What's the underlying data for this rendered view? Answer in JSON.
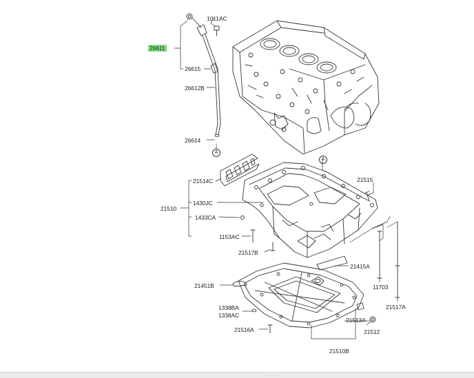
{
  "labels": {
    "p26611": "26611",
    "p1011AC": "1011AC",
    "p26615": "26615",
    "p26612B": "26612B",
    "p26614": "26614",
    "p21514C": "21514C",
    "p21515": "21515",
    "p21510": "21510",
    "p1430JC": "1430JC",
    "p1433CA": "1433CA",
    "p1153AC": "1153AC",
    "p21517B": "21517B",
    "p21415A": "21415A",
    "p11703": "11703",
    "p21451B": "21451B",
    "p21517A": "21517A",
    "p1338BA": "1338BA",
    "p1338AC": "1338AC",
    "p21513A": "21513A",
    "p21516A": "21516A",
    "p21512": "21512",
    "p21510B": "21510B"
  },
  "ref_marks": {
    "a": "A"
  },
  "colors": {
    "highlight": "#7fe07f",
    "line": "#333333",
    "background": "#ffffff"
  }
}
